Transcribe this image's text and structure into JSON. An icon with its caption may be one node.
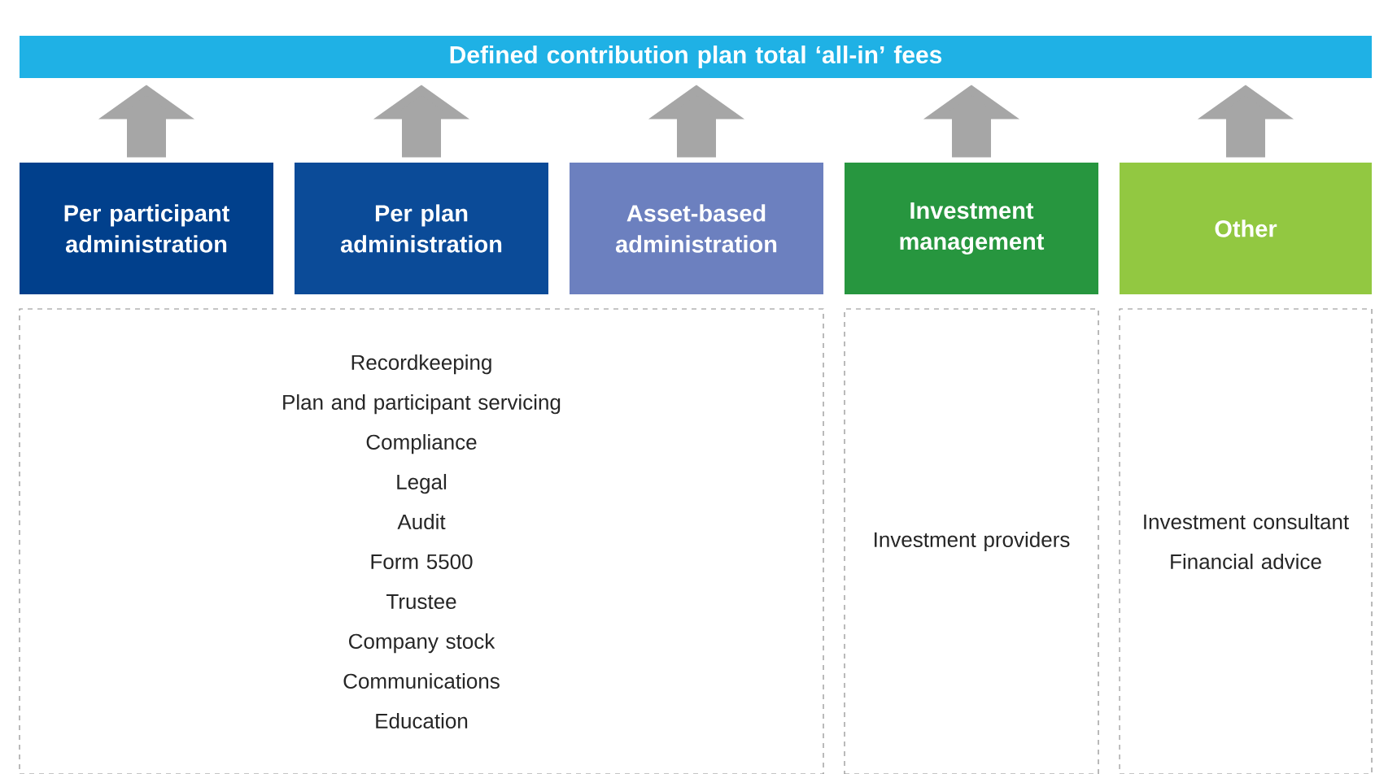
{
  "diagram": {
    "nodes": [
      {
        "text": [
          "Defined contribution plan total ‘all-in’ fees"
        ]
      },
      {
        "text": [
          "Per participant administration"
        ]
      },
      {
        "text": [
          "Per plan administration"
        ]
      },
      {
        "text": [
          "Asset-based administration"
        ]
      },
      {
        "text": [
          "Investment management"
        ]
      },
      {
        "text": [
          "Other"
        ]
      },
      {
        "text": [
          "Recordkeeping",
          "Plan and participant servicing",
          "Compliance",
          "Legal",
          "Audit",
          "Form 5500",
          "Trustee",
          "Company stock",
          "Communications",
          "Education"
        ]
      },
      {
        "text": [
          "Investment providers"
        ]
      },
      {
        "text": [
          "Investment consultant",
          "Financial advice"
        ]
      }
    ],
    "edges": [
      {
        "from": 1,
        "to": 0,
        "arrow": "to"
      },
      {
        "from": 2,
        "to": 0,
        "arrow": "to"
      },
      {
        "from": 3,
        "to": 0,
        "arrow": "to"
      },
      {
        "from": 4,
        "to": 0,
        "arrow": "to"
      },
      {
        "from": 5,
        "to": 0,
        "arrow": "to"
      }
    ]
  }
}
